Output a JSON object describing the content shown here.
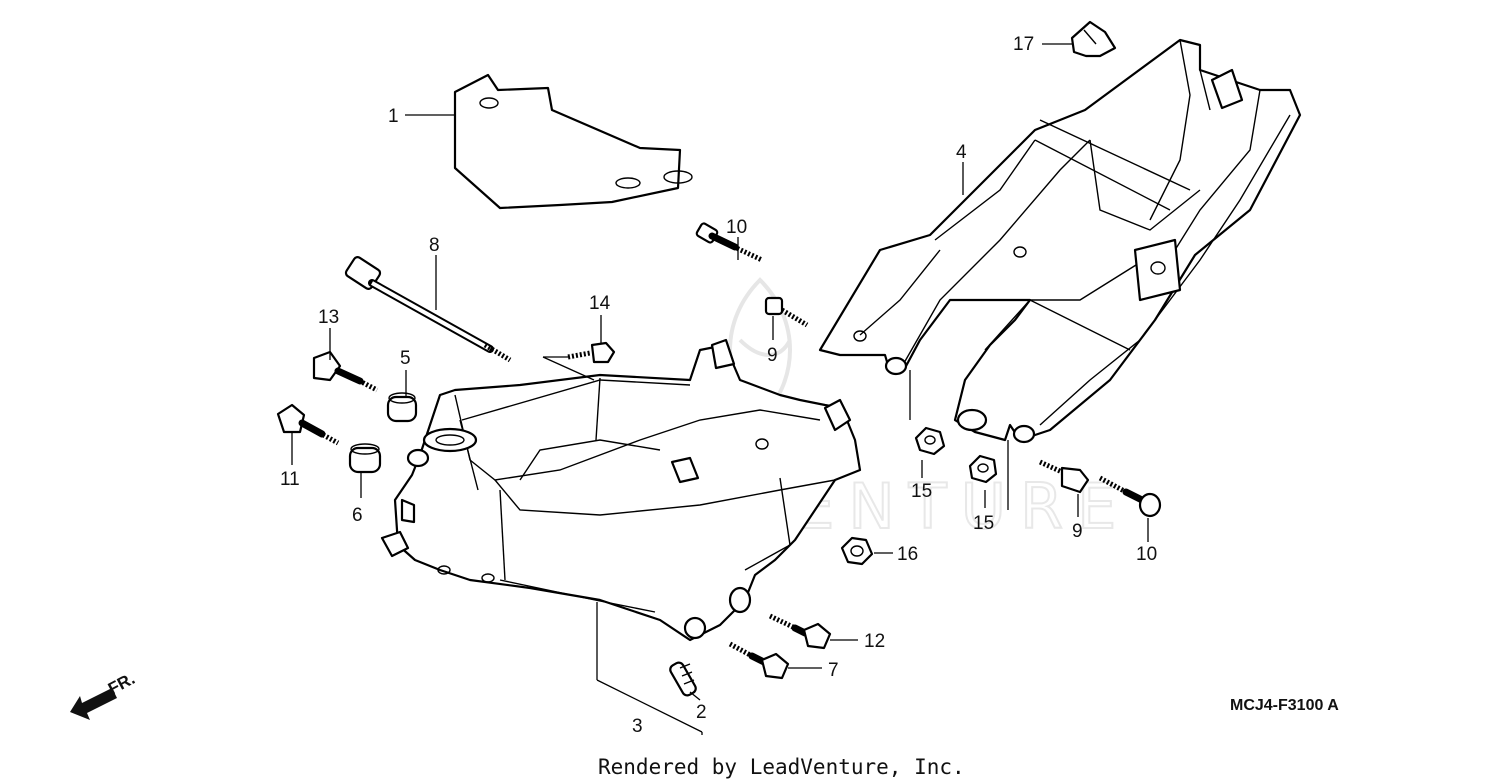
{
  "diagram": {
    "code": "MCJ4-F3100 A",
    "credit": "Rendered by LeadVenture, Inc.",
    "watermark": "LEADVENTURE",
    "front_indicator": "FR.",
    "callouts": [
      "1",
      "2",
      "3",
      "4",
      "5",
      "6",
      "7",
      "8",
      "9",
      "9",
      "10",
      "10",
      "11",
      "12",
      "13",
      "14",
      "15",
      "15",
      "16",
      "17"
    ]
  }
}
